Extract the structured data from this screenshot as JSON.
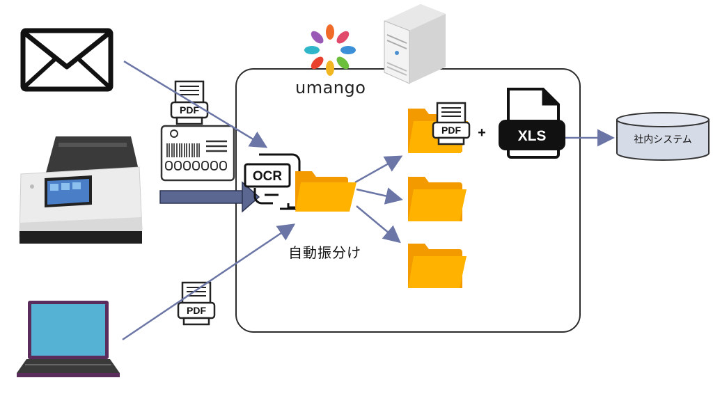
{
  "logo": {
    "text": "umango"
  },
  "frame_label": "自動振分け",
  "ocr_label": "OCR",
  "pdf_label": "PDF",
  "xls_label": "XLS",
  "plus_sign": "+",
  "database_label": "社内システム",
  "colors": {
    "arrow": "#6b76a6",
    "folder": "#ffb300",
    "folder_dark": "#f29a00",
    "frame": "#2b2b2b",
    "laptop_screen": "#55b2d4",
    "laptop_body": "#5a2d5c"
  },
  "icons": [
    "envelope-icon",
    "scanner-icon",
    "laptop-icon",
    "server-icon",
    "pdf-document-icon",
    "id-card-icon",
    "ocr-icon",
    "folder-icon",
    "xls-file-icon",
    "database-icon"
  ]
}
